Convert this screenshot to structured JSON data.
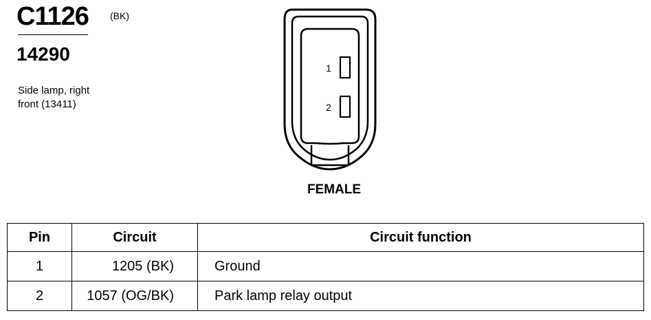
{
  "header": {
    "connector_id": "C1126",
    "color_code": "(BK)",
    "part_number": "14290",
    "description_line1": "Side lamp, right",
    "description_line2": "front (13411)"
  },
  "connector": {
    "pins": [
      {
        "label": "1"
      },
      {
        "label": "2"
      }
    ],
    "face_label": "FEMALE"
  },
  "table": {
    "headers": {
      "pin": "Pin",
      "circuit": "Circuit",
      "function": "Circuit function"
    },
    "rows": [
      {
        "pin": "1",
        "circuit": "1205 (BK)",
        "function": "Ground"
      },
      {
        "pin": "2",
        "circuit": "1057 (OG/BK)",
        "function": "Park lamp relay output"
      }
    ]
  }
}
